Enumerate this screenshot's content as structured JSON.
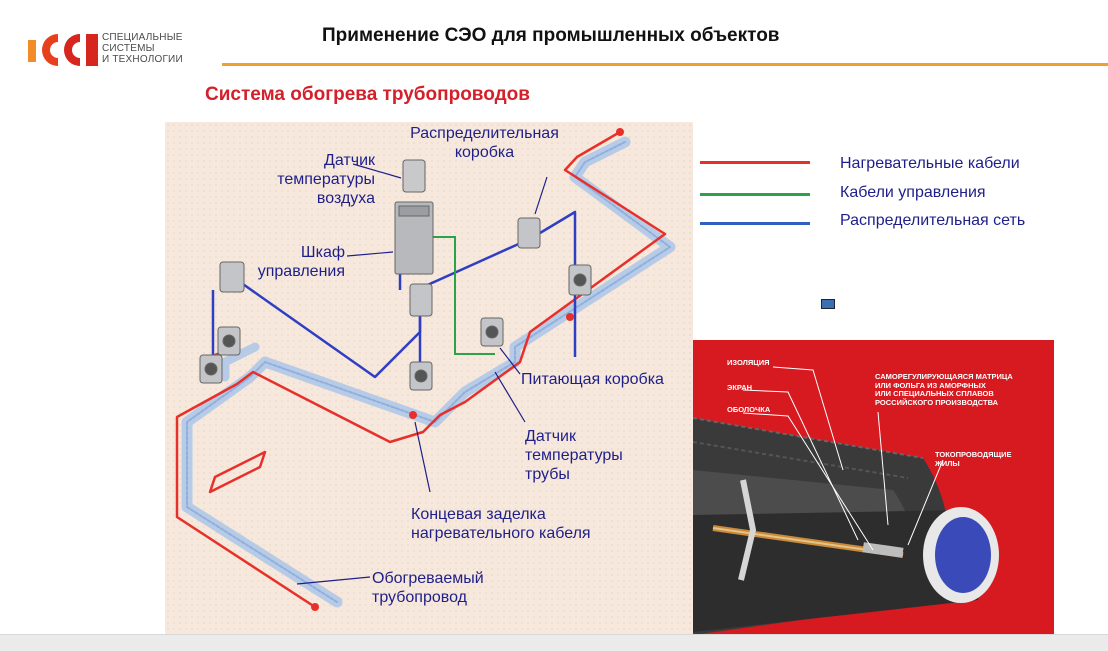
{
  "header": {
    "logo_text_lines": [
      "СПЕЦИАЛЬНЫЕ",
      "СИСТЕМЫ",
      "И ТЕХНОЛОГИИ"
    ],
    "title": "Применение СЭО для промышленных объектов"
  },
  "section_title": "Система обогрева трубопроводов",
  "diagram": {
    "labels": {
      "air_sensor": "Датчик\nтемпературы\nвоздуха",
      "distribution_box": "Распределительная\nкоробка",
      "control_cabinet": "Шкаф\nуправления",
      "power_box": "Питающая коробка",
      "pipe_sensor": "Датчик\nтемпературы\nтрубы",
      "end_seal": "Концевая заделка\nнагревательного кабеля",
      "heated_pipe": "Обогреваемый\nтрубопровод"
    }
  },
  "legend": [
    {
      "label": "Нагревательные кабели",
      "color": "#e8302a"
    },
    {
      "label": "Кабели управления",
      "color": "#2aa34a"
    },
    {
      "label": "Распределительная сеть",
      "color": "#2f5fc0"
    }
  ],
  "cable_panel": {
    "labels": {
      "insulation": "ИЗОЛЯЦИЯ",
      "screen": "ЭКРАН",
      "sheath": "ОБОЛОЧКА",
      "matrix": "САМОРЕГУЛИРУЮЩАЯСЯ МАТРИЦА\nИЛИ ФОЛЬГА ИЗ АМОРФНЫХ\nИЛИ СПЕЦИАЛЬНЫХ СПЛАВОВ\nРОССИЙСКОГО ПРОИЗВОДСТВА",
      "conductors": "ТОКОПРОВОДЯЩИЕ\nЖИЛЫ"
    }
  },
  "colors": {
    "accent_orange": "#f0a030",
    "title_red": "#d4202a",
    "panel_red": "#d71920",
    "label_blue": "#1f1f8a"
  }
}
